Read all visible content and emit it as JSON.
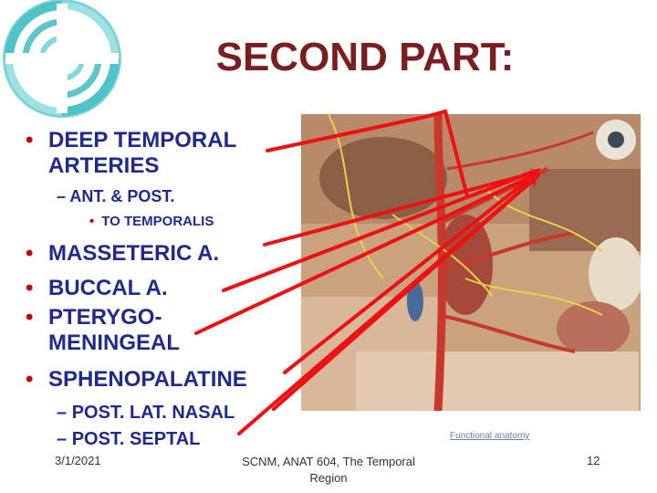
{
  "title": "SECOND PART:",
  "bullets": {
    "deep_temporal": "DEEP TEMPORAL ARTERIES",
    "ant_post": "ANT. & POST.",
    "to_temporalis": "TO TEMPORALIS",
    "masseteric": "MASSETERIC A.",
    "buccal": "BUCCAL A.",
    "pterygomeningeal_1": "PTERYGO-",
    "pterygomeningeal_2": "MENINGEAL",
    "sphenopalatine": "SPHENOPALATINE",
    "post_lat_nasal": "POST. LAT. NASAL",
    "post_septal": "POST. SEPTAL"
  },
  "figure_credit": "Functional anatomy",
  "footer": {
    "date": "3/1/2021",
    "course": "SCNM, ANAT 604, The Temporal Region",
    "page_number": "12"
  },
  "colors": {
    "title": "#7a1f1f",
    "bullet_text": "#1f2a8a",
    "bullet_dot": "#c00000",
    "arrow": "#ee1111",
    "logo": "#4fc3c8"
  }
}
